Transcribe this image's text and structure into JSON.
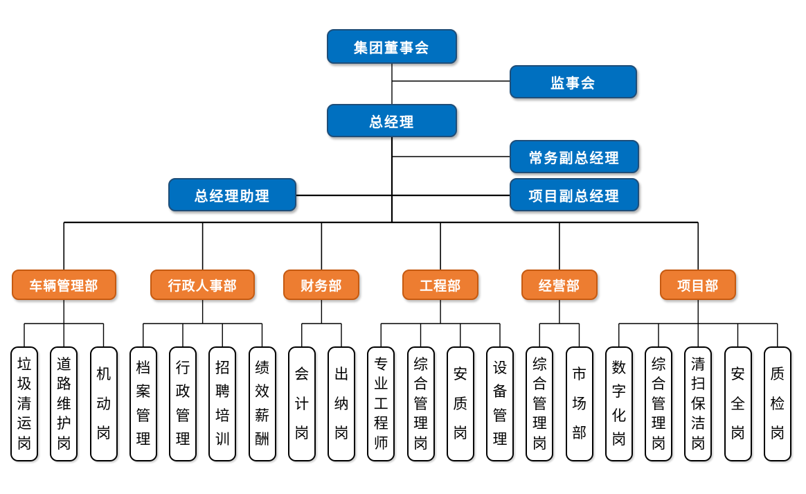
{
  "executives": {
    "board": "集团董事会",
    "supervisory": "监事会",
    "general_manager": "总经理",
    "executive_deputy_gm": "常务副总经理",
    "gm_assistant": "总经理助理",
    "project_deputy_gm": "项目副总经理"
  },
  "departments": [
    {
      "label": "车辆管理部",
      "positions": [
        "垃圾清运岗",
        "道路维护岗",
        "机动岗"
      ]
    },
    {
      "label": "行政人事部",
      "positions": [
        "档案管理",
        "行政管理",
        "招聘培训",
        "绩效薪酬"
      ]
    },
    {
      "label": "财务部",
      "positions": [
        "会计岗",
        "出纳岗"
      ]
    },
    {
      "label": "工程部",
      "positions": [
        "专业工程师",
        "综合管理岗",
        "安质岗",
        "设备管理"
      ]
    },
    {
      "label": "经营部",
      "positions": [
        "综合管理岗",
        "市场部"
      ]
    },
    {
      "label": "项目部",
      "positions": [
        "数字化岗",
        "综合管理岗",
        "清扫保洁岗",
        "安全岗",
        "质检岗"
      ]
    }
  ],
  "colors": {
    "executive_fill": "#0070c0",
    "executive_border": "#1f4e79",
    "department_fill": "#ed7d31",
    "department_border": "#c55a11",
    "position_fill": "#ffffff",
    "position_border": "#000000",
    "connector": "#000000",
    "text_light": "#ffffff",
    "text_dark": "#000000"
  }
}
